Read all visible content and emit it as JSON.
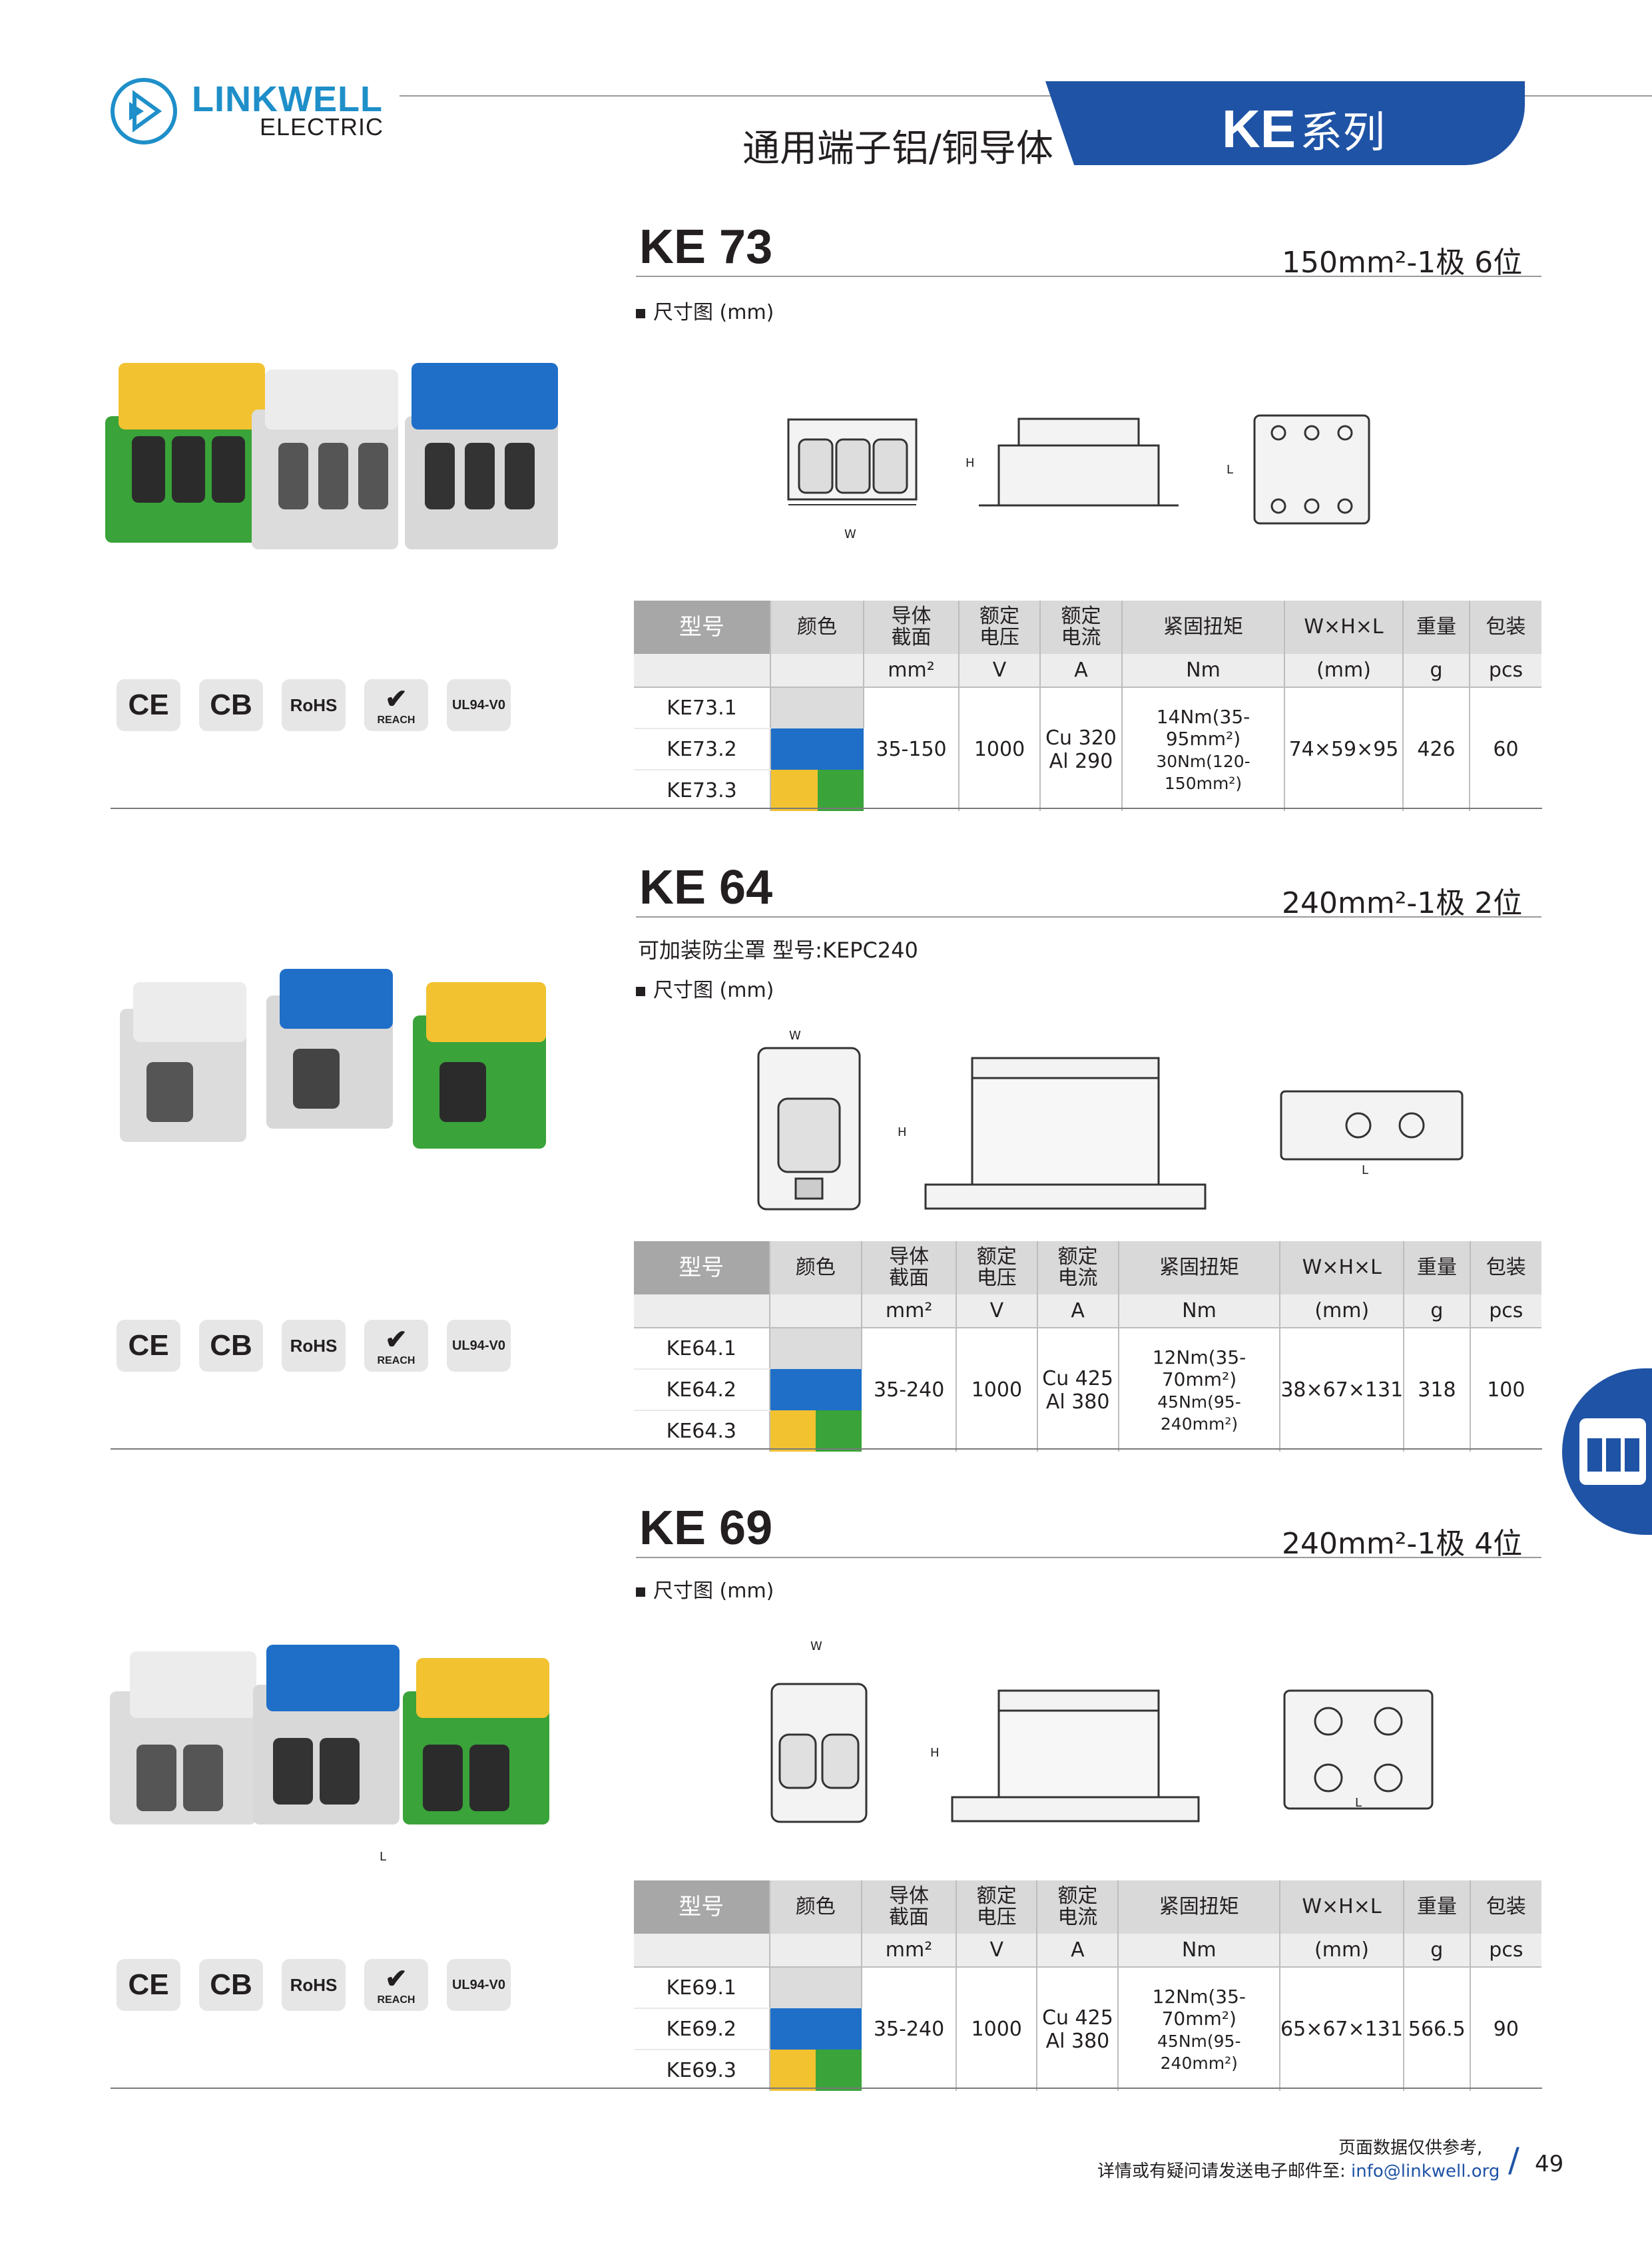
{
  "header": {
    "brand": "LINKWELL",
    "brand_sub": "ELECTRIC",
    "subtitle": "通用端子铝/铜导体",
    "series_code": "KE",
    "series_word": "系列"
  },
  "colors": {
    "brand_blue": "#1f53a5",
    "logo_blue": "#1e8fc9",
    "grey_housing": "#e0e0e0",
    "blue_housing": "#1f6fc8",
    "yellow_cap": "#f2c230",
    "green_base": "#3aa33a"
  },
  "dimension_label": "尺寸图 (mm)",
  "table_headers": {
    "model": "型号",
    "color": "颜色",
    "conductor_a": "导体",
    "conductor_b": "截面",
    "voltage_a": "额定",
    "voltage_b": "电压",
    "current_a": "额定",
    "current_b": "电流",
    "torque": "紧固扭矩",
    "dims": "W×H×L",
    "weight": "重量",
    "pack": "包装"
  },
  "table_units": {
    "conductor": "mm²",
    "voltage": "V",
    "current": "A",
    "torque": "Nm",
    "dims": "(mm)",
    "weight": "g",
    "pack": "pcs"
  },
  "certifications": [
    "CE",
    "CB",
    "RoHS",
    "REACH",
    "UL94-V0"
  ],
  "sections": [
    {
      "model": "KE 73",
      "spec": "150mm²-1极 6位",
      "note": "",
      "variants": [
        "KE73.1",
        "KE73.2",
        "KE73.3"
      ],
      "conductor": "35-150",
      "voltage": "1000",
      "current_cu": "Cu 320",
      "current_al": "Al 290",
      "torque_1": "14Nm(35-95mm²)",
      "torque_2": "30Nm(120-150mm²)",
      "dims": "74×59×95",
      "weight": "426",
      "pack": "60",
      "dim_labels": {
        "w": "W",
        "h": "H",
        "l": "L"
      }
    },
    {
      "model": "KE 64",
      "spec": "240mm²-1极 2位",
      "note": "可加装防尘罩  型号:KEPC240",
      "variants": [
        "KE64.1",
        "KE64.2",
        "KE64.3"
      ],
      "conductor": "35-240",
      "voltage": "1000",
      "current_cu": "Cu 425",
      "current_al": "Al 380",
      "torque_1": "12Nm(35-70mm²)",
      "torque_2": "45Nm(95-240mm²)",
      "dims": "38×67×131",
      "weight": "318",
      "pack": "100",
      "dim_labels": {
        "w": "W",
        "h": "H",
        "l": "L"
      }
    },
    {
      "model": "KE 69",
      "spec": "240mm²-1极 4位",
      "note": "",
      "variants": [
        "KE69.1",
        "KE69.2",
        "KE69.3"
      ],
      "conductor": "35-240",
      "voltage": "1000",
      "current_cu": "Cu 425",
      "current_al": "Al 380",
      "torque_1": "12Nm(35-70mm²)",
      "torque_2": "45Nm(95-240mm²)",
      "dims": "65×67×131",
      "weight": "566.5",
      "pack": "90",
      "dim_labels": {
        "w": "W",
        "h": "H",
        "l": "L"
      }
    }
  ],
  "stray_label": "L",
  "footer": {
    "line1": "页面数据仅供参考,",
    "line2": "详情或有疑问请发送电子邮件至:",
    "email": "info@linkwell.org",
    "page": "49"
  }
}
